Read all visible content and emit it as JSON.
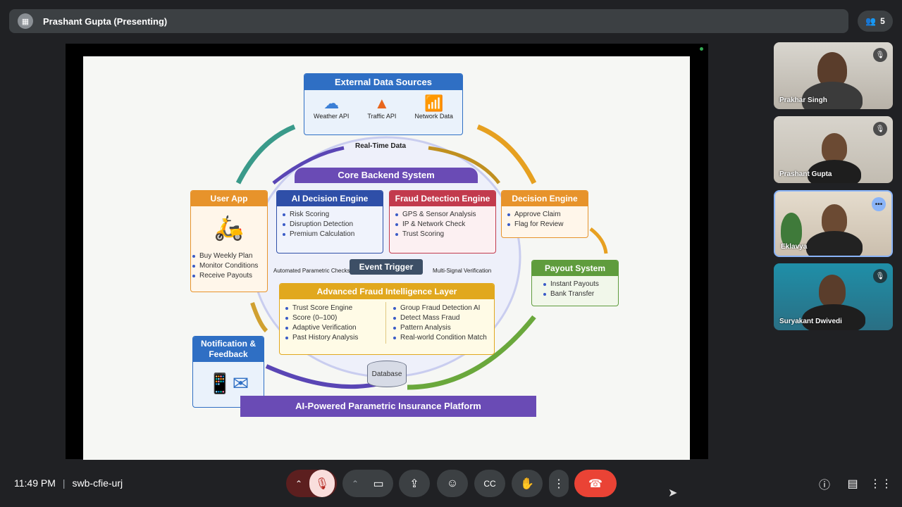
{
  "meeting": {
    "presenter": "Prashant Gupta (Presenting)",
    "participant_count": "5",
    "time": "11:49 PM",
    "code": "swb-cfie-urj"
  },
  "participants": [
    {
      "name": "Prakhar Singh",
      "muted": true
    },
    {
      "name": "Prashant Gupta",
      "muted": true
    },
    {
      "name": "Eklavya",
      "muted": false
    },
    {
      "name": "Suryakant Dwivedi",
      "muted": true
    }
  ],
  "slide": {
    "external": {
      "title": "External Data Sources",
      "items": [
        "Weather API",
        "Traffic API",
        "Network Data"
      ]
    },
    "realtime": "Real-Time Data",
    "core": "Core Backend System",
    "user_app": {
      "title": "User App",
      "items": [
        "Buy Weekly Plan",
        "Monitor Conditions",
        "Receive Payouts"
      ]
    },
    "ai_engine": {
      "title": "AI Decision Engine",
      "items": [
        "Risk Scoring",
        "Disruption Detection",
        "Premium Calculation"
      ]
    },
    "fraud_engine": {
      "title": "Fraud Detection Engine",
      "items": [
        "GPS & Sensor Analysis",
        "IP & Network Check",
        "Trust Scoring"
      ]
    },
    "decision": {
      "title": "Decision Engine",
      "items": [
        "Approve Claim",
        "Flag for Review"
      ]
    },
    "event_trigger": "Event Trigger",
    "auto_checks": "Automated Parametric Checks",
    "multi_signal": "Multi-Signal Verification",
    "payout": {
      "title": "Payout System",
      "items": [
        "Instant Payouts",
        "Bank Transfer"
      ]
    },
    "advanced": {
      "title": "Advanced Fraud Intelligence Layer",
      "left": [
        "Trust Score Engine",
        "Score (0–100)",
        "Adaptive Verification",
        "Past History Analysis"
      ],
      "right": [
        "Group Fraud Detection AI",
        "Detect Mass Fraud",
        "Pattern Analysis",
        "Real-world Condition Match"
      ]
    },
    "notification": "Notification & Feedback",
    "database": "Database",
    "platform": "AI-Powered Parametric Insurance Platform"
  },
  "colors": {
    "blue": "#2f6fc4",
    "purple": "#6a4bb5",
    "orange": "#e7932b",
    "red": "#c23a4d",
    "green": "#5f9c3d",
    "end_call": "#ea4335"
  }
}
